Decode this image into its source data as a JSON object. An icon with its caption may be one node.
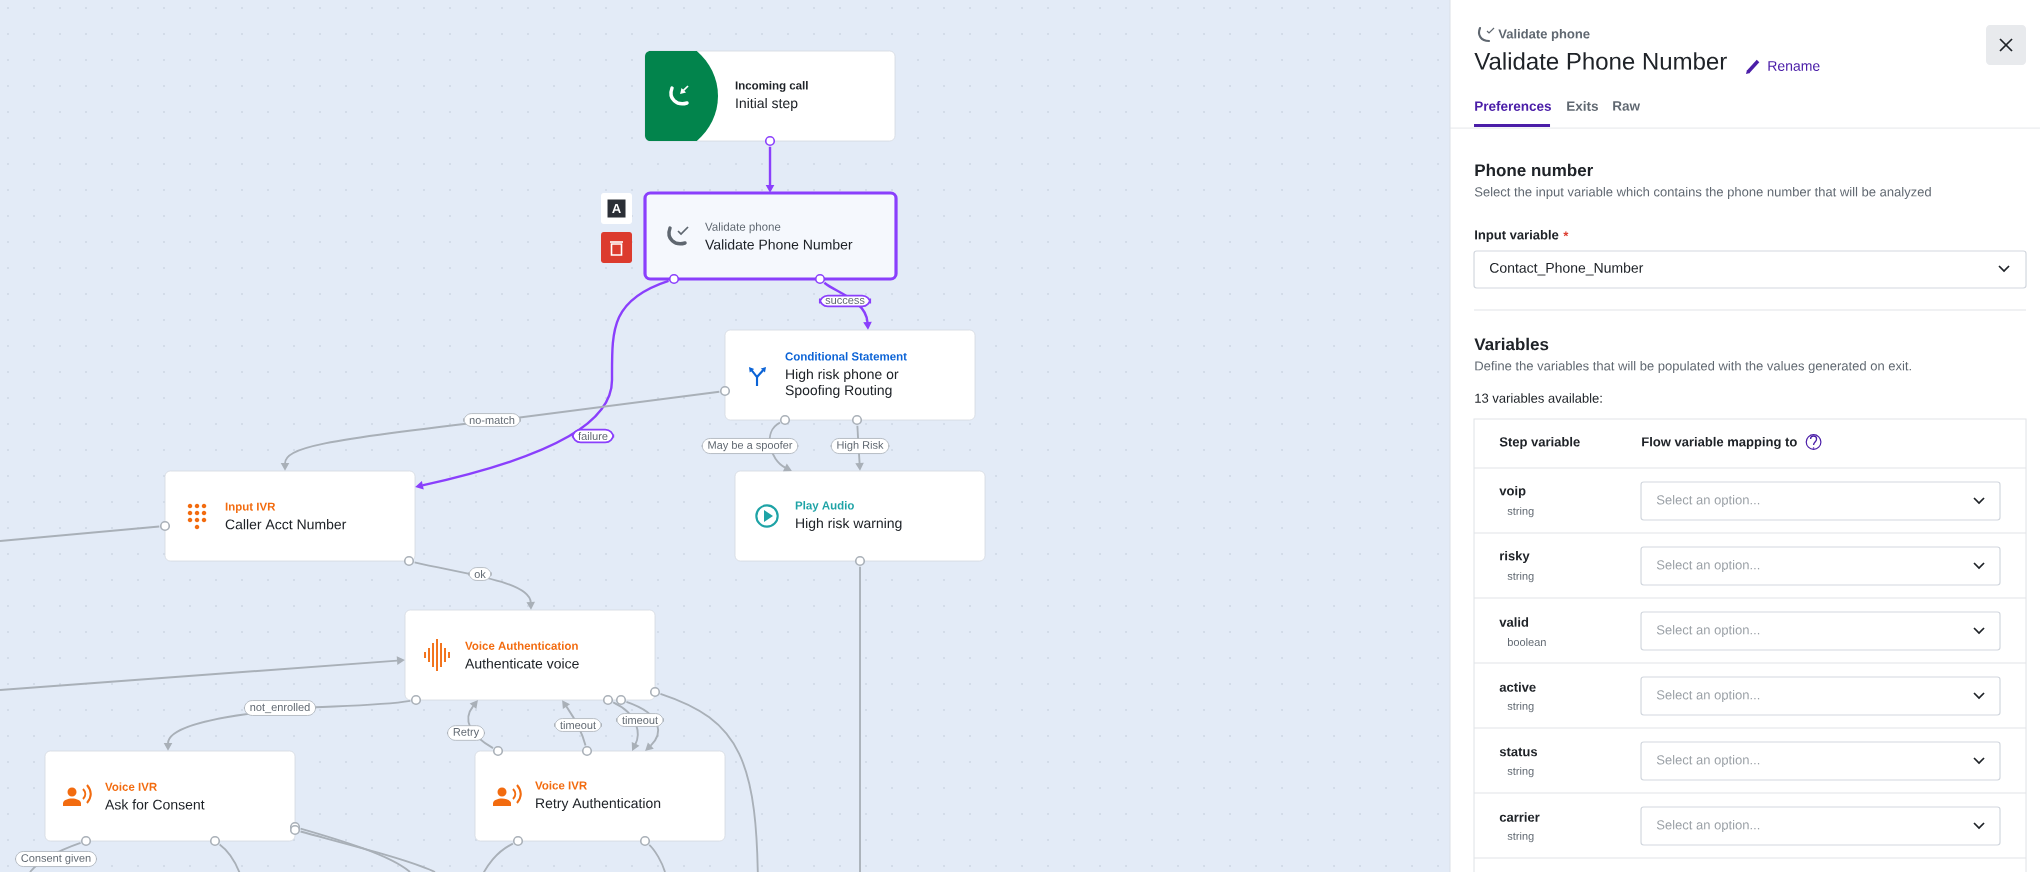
{
  "diagram": {
    "nodes": [
      {
        "text": [
          "Incoming call",
          "Initial step"
        ]
      },
      {
        "text": [
          "Validate phone",
          "Validate Phone Number"
        ]
      },
      {
        "text": [
          "Conditional Statement",
          "High risk phone or Spoofing Routing"
        ]
      },
      {
        "text": [
          "Input IVR",
          "Caller Acct Number"
        ]
      },
      {
        "text": [
          "Play Audio",
          "High risk warning"
        ]
      },
      {
        "text": [
          "Voice Authentication",
          "Authenticate voice"
        ]
      },
      {
        "text": [
          "Voice IVR",
          "Ask for Consent"
        ]
      },
      {
        "text": [
          "Voice IVR",
          "Retry Authentication"
        ]
      }
    ],
    "edges": [
      {
        "from": 0,
        "to": 1,
        "arrow": "to",
        "color": "#8a3ffc"
      },
      {
        "from": 1,
        "to": 2,
        "label": "success",
        "arrow": "to",
        "color": "#8a3ffc"
      },
      {
        "from": 1,
        "to": 3,
        "label": "failure",
        "arrow": "to",
        "color": "#8a3ffc"
      },
      {
        "from": 2,
        "to": 3,
        "label": "no-match",
        "arrow": "to"
      },
      {
        "from": 2,
        "to": 4,
        "label": "May be a spoofer",
        "arrow": "to"
      },
      {
        "from": 2,
        "to": 4,
        "label": "High Risk",
        "arrow": "to"
      },
      {
        "from": 3,
        "to": 5,
        "label": "ok",
        "arrow": "to"
      },
      {
        "from": 5,
        "to": 6,
        "label": "not_enrolled",
        "arrow": "to"
      },
      {
        "from": 7,
        "to": 5,
        "label": "Retry",
        "arrow": "to"
      },
      {
        "from": 7,
        "to": 5,
        "label": "timeout",
        "arrow": "to"
      },
      {
        "from": 5,
        "to": 7,
        "label": "timeout",
        "arrow": "to"
      },
      {
        "from": 5,
        "to": 7,
        "arrow": "to"
      },
      {
        "from": 3,
        "to": null,
        "arrow": "none"
      },
      {
        "from": null,
        "to": 5,
        "arrow": "to"
      },
      {
        "from": 4,
        "to": null,
        "arrow": "none"
      },
      {
        "from": 5,
        "to": null,
        "arrow": "none"
      },
      {
        "from": 6,
        "to": null,
        "label": "Consent given",
        "arrow": "none"
      },
      {
        "from": 6,
        "to": null,
        "arrow": "none"
      },
      {
        "from": 6,
        "to": null,
        "arrow": "none"
      },
      {
        "from": 6,
        "to": null,
        "arrow": "none"
      },
      {
        "from": 7,
        "to": null,
        "arrow": "none"
      },
      {
        "from": 7,
        "to": null,
        "arrow": "none"
      }
    ],
    "labels": [
      "A",
      "Validate phone",
      "Validate Phone Number",
      "Rename",
      "Preferences",
      "Exits",
      "Raw",
      "Phone number",
      "Select the input variable which contains the phone number that will be analyzed",
      "Input variable",
      "*",
      "Contact_Phone_Number",
      "Variables",
      "Define the variables that will be populated with the values generated on exit.",
      "13 variables available:",
      "Step variable",
      "Flow variable mapping to",
      "voip",
      "string",
      "Select an option...",
      "risky",
      "string",
      "Select an option...",
      "valid",
      "boolean",
      "Select an option...",
      "active",
      "string",
      "Select an option...",
      "status",
      "string",
      "Select an option...",
      "carrier",
      "string",
      "Select an option..."
    ]
  }
}
